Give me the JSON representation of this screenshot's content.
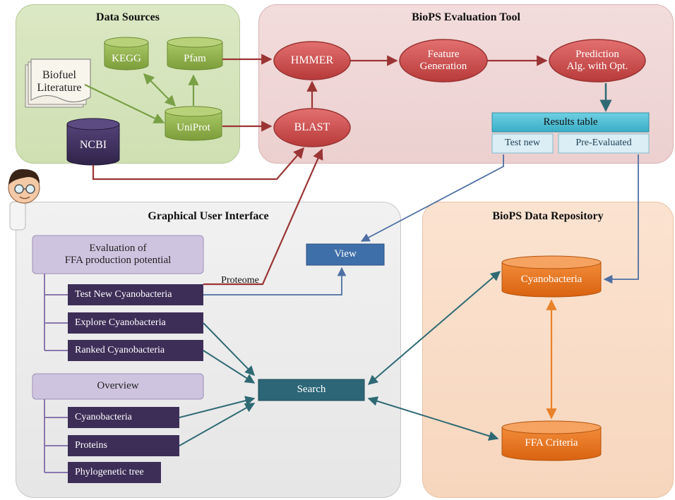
{
  "panels": {
    "data_sources": "Data Sources",
    "evaluation_tool": "BioPS Evaluation Tool",
    "gui": "Graphical User Interface",
    "repository": "BioPS  Data Repository"
  },
  "sources": {
    "literature_line1": "Biofuel",
    "literature_line2": "Literature",
    "kegg": "KEGG",
    "pfam": "Pfam",
    "uniprot": "UniProt",
    "ncbi": "NCBI"
  },
  "tool": {
    "hmmer": "HMMER",
    "blast": "BLAST",
    "feature_line1": "Feature",
    "feature_line2": "Generation",
    "prediction_line1": "Prediction",
    "prediction_line2": "Alg. with Opt.",
    "results_table": "Results table",
    "test_new": "Test new",
    "pre_evaluated": "Pre-Evaluated"
  },
  "gui": {
    "evaluation_line1": "Evaluation of",
    "evaluation_line2": "FFA production potential",
    "test_new_cyano": "Test New Cyanobacteria",
    "explore_cyano": "Explore Cyanobacteria",
    "ranked_cyano": "Ranked Cyanobacteria",
    "overview": "Overview",
    "cyanobacteria": "Cyanobacteria",
    "proteins": "Proteins",
    "phylo_tree": "Phylogenetic tree",
    "view": "View",
    "search": "Search",
    "proteome": "Proteome"
  },
  "repository": {
    "cyanobacteria": "Cyanobacteria",
    "ffa_criteria": "FFA Criteria"
  },
  "colors": {
    "green_db": "#8fb04a",
    "dark_db": "#3f2f5c",
    "red_node": "#cc4a4a",
    "cyan_header": "#4fc0d6",
    "blue_button": "#3f6fa8",
    "teal_button": "#2c6677",
    "lavender": "#cfc4e0",
    "purple_item": "#3d2e58",
    "orange_db": "#e87118",
    "arrow_red": "#9b3434",
    "arrow_teal": "#2f6a74",
    "arrow_blue": "#4d6fa3",
    "arrow_orange": "#e8822a",
    "arrow_green": "#7aa046"
  }
}
